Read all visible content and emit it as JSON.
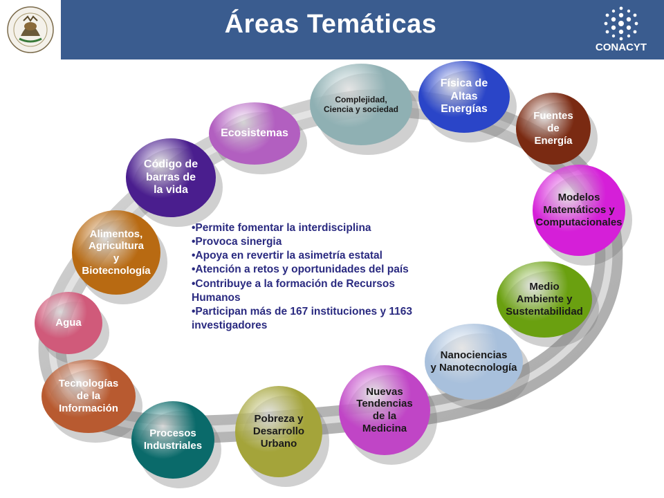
{
  "header": {
    "title": "Áreas Temáticas",
    "logo_text": "CONACYT",
    "bar_color": "#3a5c8f"
  },
  "bubbles": [
    {
      "id": "complejidad",
      "label": "Complejidad,\nCiencia y sociedad",
      "color": "#8fb0b3",
      "text_color": "#1a1a1a"
    },
    {
      "id": "fisica",
      "label": "Física de\nAltas\nEnergías",
      "color": "#2a45c8",
      "text_color": "#ffffff"
    },
    {
      "id": "fuentes",
      "label": "Fuentes\nde\nEnergía",
      "color": "#7a2a12",
      "text_color": "#ffffff"
    },
    {
      "id": "ecosistemas",
      "label": "Ecosistemas",
      "color": "#b25fc0",
      "text_color": "#ffffff"
    },
    {
      "id": "codigo",
      "label": "Código de\nbarras de\nla vida",
      "color": "#4a1e8e",
      "text_color": "#ffffff"
    },
    {
      "id": "modelos",
      "label": "Modelos\nMatemáticos y\nComputacionales",
      "color": "#d51fd8",
      "text_color": "#1a1a1a"
    },
    {
      "id": "alimentos",
      "label": "Alimentos,\nAgricultura\ny\nBiotecnología",
      "color": "#b86a12",
      "text_color": "#ffffff"
    },
    {
      "id": "medio",
      "label": "Medio\nAmbiente y\nSustentabilidad",
      "color": "#6aa010",
      "text_color": "#1a1a1a"
    },
    {
      "id": "agua",
      "label": "Agua",
      "color": "#d05a7a",
      "text_color": "#ffffff"
    },
    {
      "id": "nanociencias",
      "label": "Nanociencias\ny Nanotecnología",
      "color": "#a8c0dc",
      "text_color": "#1a1a1a"
    },
    {
      "id": "tecnologias",
      "label": "Tecnologías\nde la\nInformación",
      "color": "#b85a30",
      "text_color": "#ffffff"
    },
    {
      "id": "nuevas",
      "label": "Nuevas\nTendencias\nde la\nMedicina",
      "color": "#c045c6",
      "text_color": "#1a1a1a"
    },
    {
      "id": "pobreza",
      "label": "Pobreza y\nDesarrollo\nUrbano",
      "color": "#a4a43a",
      "text_color": "#1a1a1a"
    },
    {
      "id": "procesos",
      "label": "Procesos\nIndustriales",
      "color": "#0a6a6a",
      "text_color": "#ffffff"
    }
  ],
  "bullets": [
    "•Permite fomentar la interdisciplina",
    "•Provoca sinergia",
    "•Apoya en revertir la asimetría estatal",
    "•Atención a retos y oportunidades del país",
    "•Contribuye a la formación de Recursos\nHumanos",
    "•Participan más de 167 instituciones y 1163\ninvestigadores"
  ]
}
